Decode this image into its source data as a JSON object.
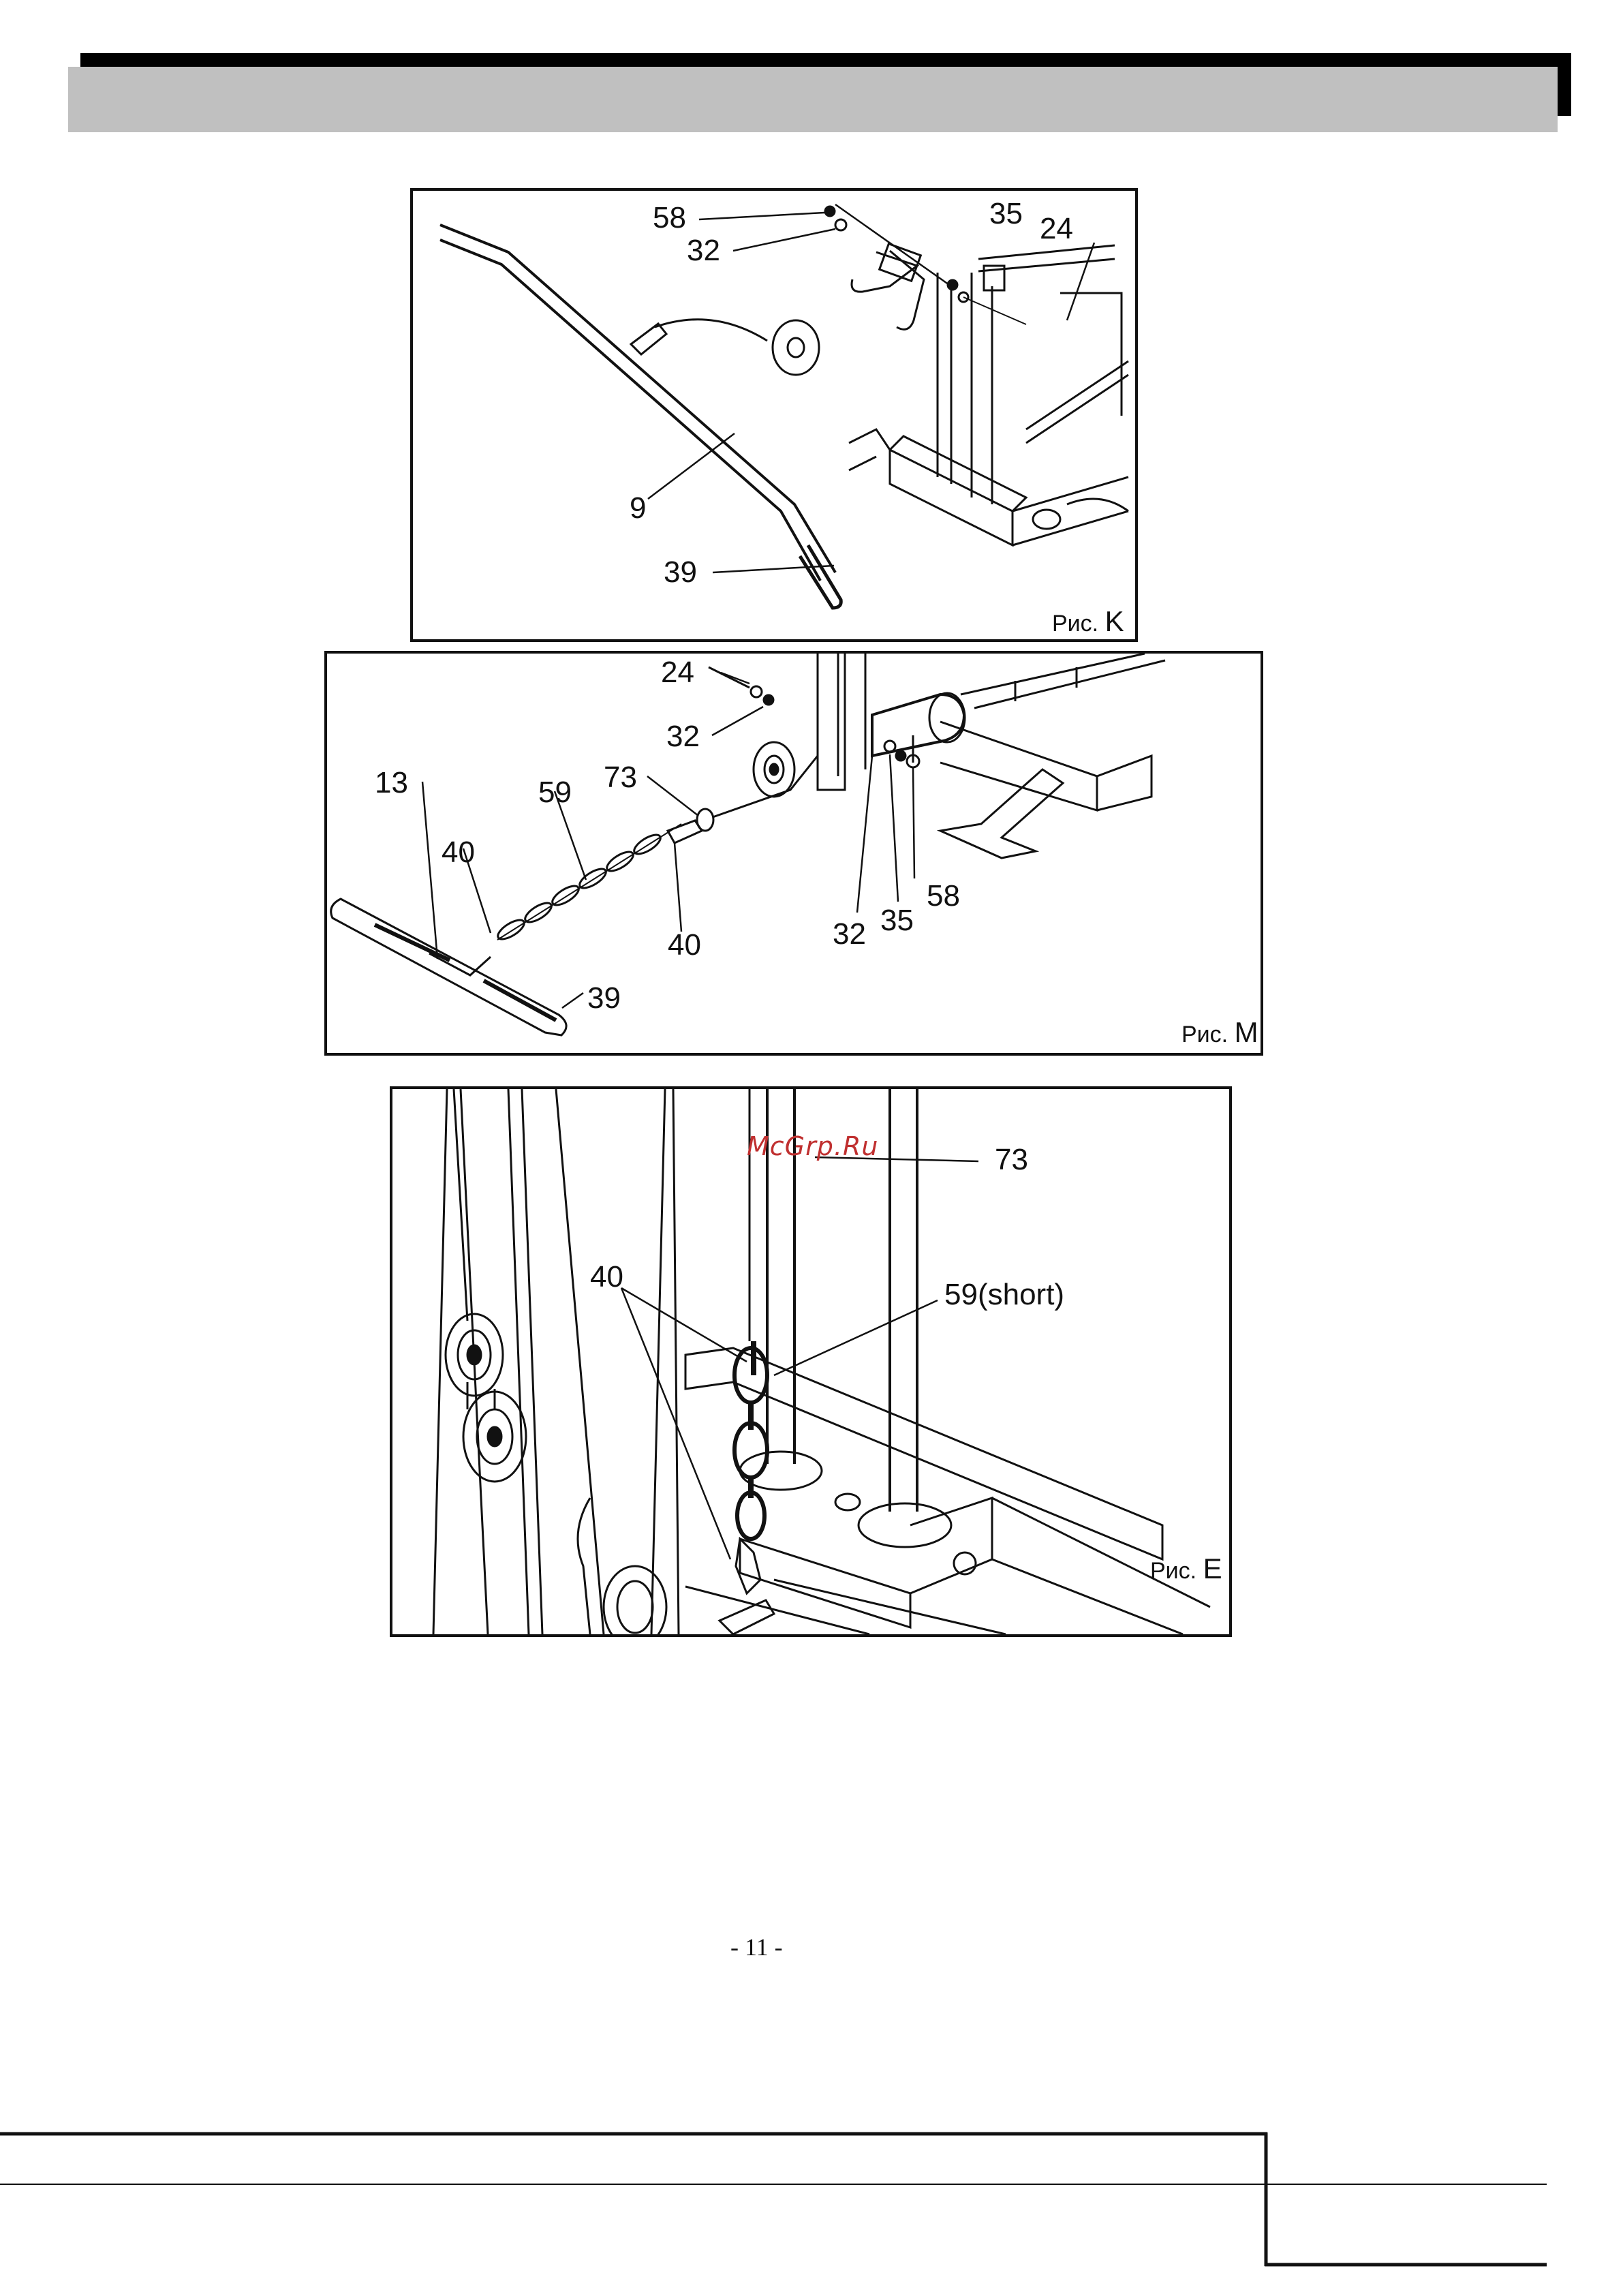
{
  "figures": {
    "k": {
      "caption": "Рис.",
      "letter": "K",
      "callouts": [
        "58",
        "32",
        "35",
        "24",
        "9",
        "39"
      ]
    },
    "m": {
      "caption": "Рис.",
      "letter": "M",
      "callouts": [
        "24",
        "32",
        "13",
        "59",
        "73",
        "40",
        "40",
        "39",
        "32",
        "35",
        "58"
      ]
    },
    "e": {
      "caption": "Рис.",
      "letter": "E",
      "callouts": [
        "73",
        "40",
        "59(short)"
      ]
    }
  },
  "watermark": "McGrp.Ru",
  "page_number": "- 11 -"
}
